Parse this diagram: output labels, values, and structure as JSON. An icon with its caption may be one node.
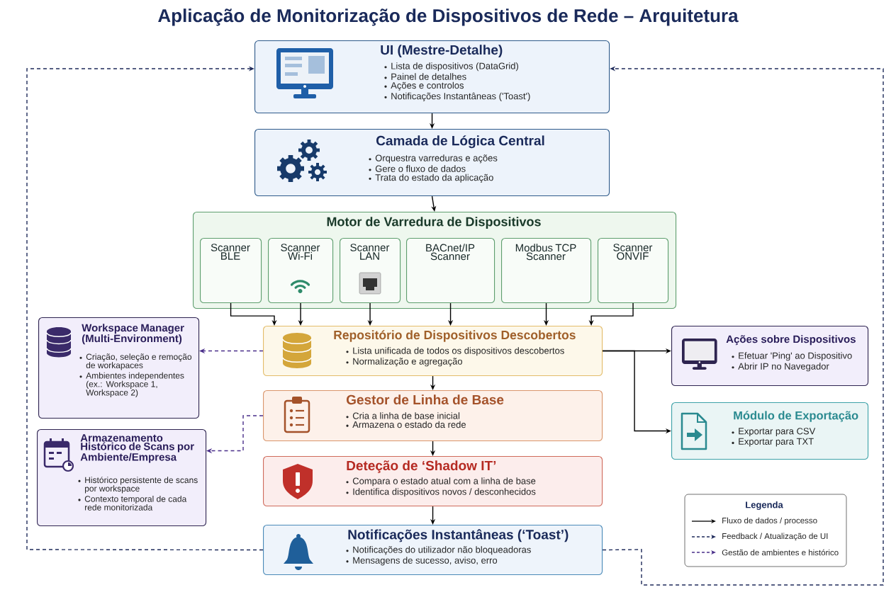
{
  "diagram": {
    "title": "Aplicação de Monitorização de Dispositivos de Rede – Arquitetura",
    "nodes": [
      {
        "text": [
          "UI (Mestre-Detalhe)",
          "Lista de dispositivos (DataGrid)",
          "Painel de detalhes",
          "Ações e controlos",
          "Notificações Instantâneas ('Toast')"
        ]
      },
      {
        "text": [
          "Camada de Lógica Central",
          "Orquestra varreduras e ações",
          "Gere o fluxo de dados",
          "Trata do estado da aplicação"
        ]
      },
      {
        "text": [
          "Motor de Varredura de Dispositivos"
        ]
      },
      {
        "text": [
          "Scanner BLE"
        ],
        "in": 2
      },
      {
        "text": [
          "Scanner Wi-Fi"
        ],
        "in": 2
      },
      {
        "text": [
          "Scanner LAN"
        ],
        "in": 2
      },
      {
        "text": [
          "BACnet/IP Scanner"
        ],
        "in": 2
      },
      {
        "text": [
          "Modbus TCP Scanner"
        ],
        "in": 2
      },
      {
        "text": [
          "Scanner ONVIF"
        ],
        "in": 2
      },
      {
        "text": [
          "Workspace Manager (Multi-Environment)",
          "Criação, seleção e remoção de workapaces",
          "Ambientes independentes (ex.: Workspace 1, Workspace 2)"
        ]
      },
      {
        "text": [
          "Repositório de Dispositivos Descobertos",
          "Lista unificada de todos os dispositivos descobertos",
          "Normalização e agregação"
        ]
      },
      {
        "text": [
          "Ações sobre Dispositivos",
          "Efetuar 'Ping' ao Dispositivo",
          "Abrir IP no Navegador"
        ]
      },
      {
        "text": [
          "Armazenamento Histórico de Scans por Ambiente/Empresa",
          "Histórico persistente de scans por workspace",
          "Contexto temporal de cada rede monitorizada"
        ]
      },
      {
        "text": [
          "Gestor de Linha de Base",
          "Cria a linha de base inicial",
          "Armazena o estado da rede"
        ]
      },
      {
        "text": [
          "Módulo de Exportação",
          "Exportar para CSV",
          "Exportar para TXT"
        ]
      },
      {
        "text": [
          "Deteção de ‘Shadow IT’",
          "Compara o estado atual com a linha de base",
          "Identifica dispositivos novos / desconhecidos"
        ]
      },
      {
        "text": [
          "Notificações Instantâneas (‘Toast’)",
          "Notificações do utilizador não bloqueadoras",
          "Mensagens de sucesso, aviso, erro"
        ]
      }
    ],
    "edges": [
      {
        "from": 0,
        "to": 1,
        "arrow": "to"
      },
      {
        "from": 1,
        "to": 2,
        "arrow": "to"
      },
      {
        "from": 3,
        "to": 10,
        "arrow": "to"
      },
      {
        "from": 4,
        "to": 10,
        "arrow": "to"
      },
      {
        "from": 5,
        "to": 10,
        "arrow": "to"
      },
      {
        "from": 6,
        "to": 10,
        "arrow": "to"
      },
      {
        "from": 7,
        "to": 10,
        "arrow": "to"
      },
      {
        "from": 8,
        "to": 10,
        "arrow": "to"
      },
      {
        "from": 10,
        "to": 9,
        "arrow": "to",
        "style": "dashed",
        "color": "#4a2f8a"
      },
      {
        "from": 10,
        "to": 11,
        "arrow": "to"
      },
      {
        "from": 10,
        "to": 14,
        "arrow": "to"
      },
      {
        "from": 10,
        "to": 13,
        "arrow": "to"
      },
      {
        "from": 13,
        "to": 15,
        "arrow": "to"
      },
      {
        "from": 15,
        "to": 16,
        "arrow": "to"
      },
      {
        "from": 13,
        "to": 12,
        "arrow": "to",
        "style": "dashed",
        "color": "#4a2f8a"
      },
      {
        "from": 16,
        "to": 0,
        "arrow": "to",
        "style": "dashed",
        "color": "#1e2a5a"
      },
      {
        "from": 16,
        "to": 0,
        "arrow": "to",
        "style": "dashed",
        "color": "#1e2a5a"
      }
    ],
    "labels": [
      "Legenda"
    ],
    "legend": [
      {
        "text": "Fluxo de dados / processo"
      },
      {
        "text": "Feedback / Atualização de UI"
      },
      {
        "text": "Gestão de ambientes e histórico"
      }
    ]
  }
}
